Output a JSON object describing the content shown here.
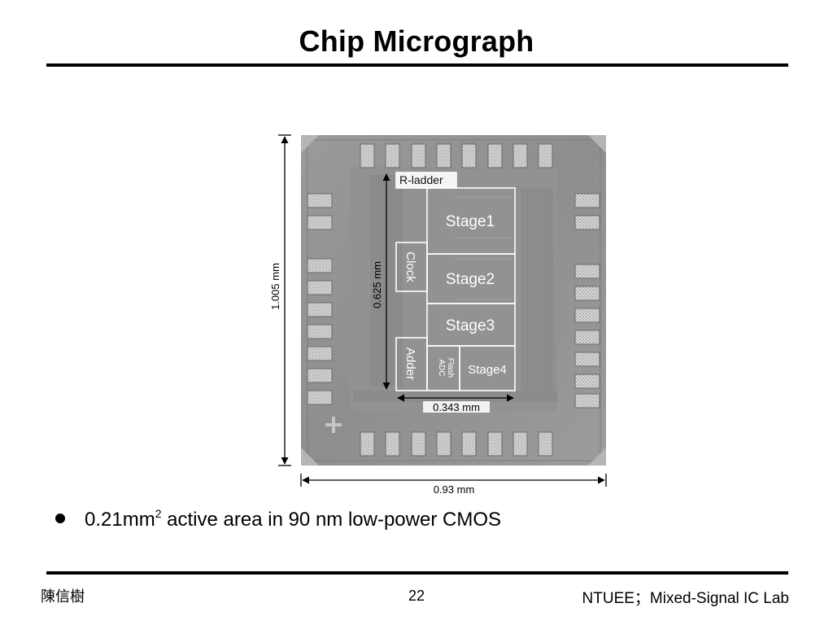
{
  "slide": {
    "title": "Chip Micrograph",
    "bullet_text_main": "0.21mm",
    "bullet_sup": "2",
    "bullet_text_rest": " active area in 90 nm low-power CMOS"
  },
  "micrograph": {
    "blocks": {
      "r_ladder": "R-ladder",
      "stage1": "Stage1",
      "stage2": "Stage2",
      "stage3": "Stage3",
      "stage4": "Stage4",
      "clock": "Clock",
      "adder": "Adder",
      "flash": "Flash",
      "adc": "ADC"
    },
    "dimensions": {
      "chip_height": "1.005 mm",
      "core_height": "0.625 mm",
      "core_width": "0.343 mm",
      "chip_width": "0.93 mm"
    }
  },
  "footer": {
    "author": "陳信樹",
    "page_number": "22",
    "lab": "NTUEE；Mixed-Signal IC Lab"
  }
}
